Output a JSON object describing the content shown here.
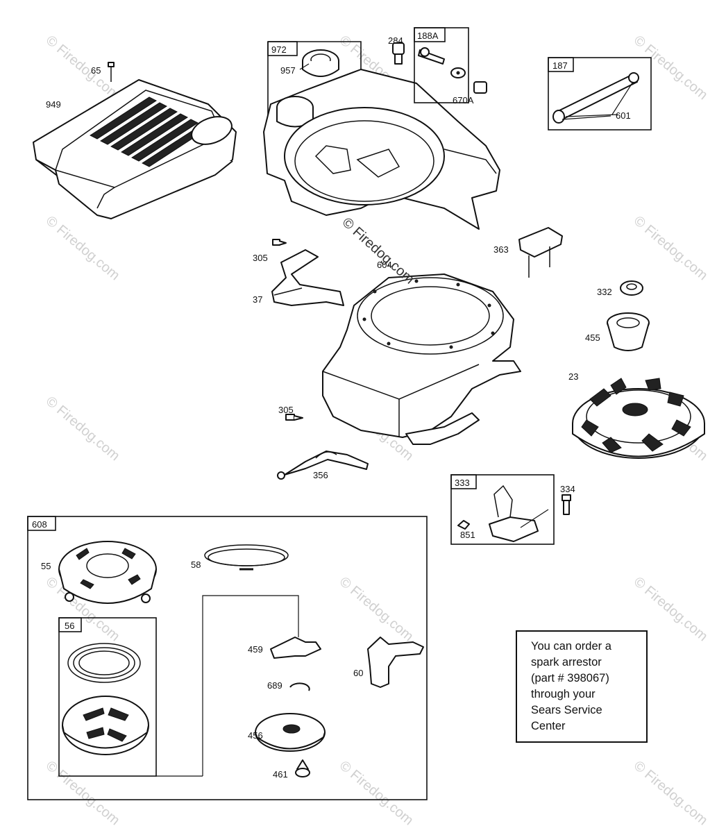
{
  "watermarks": {
    "site": "© Firedog.com",
    "center": "© Firedog.com"
  },
  "group_labels": {
    "g972": "972",
    "g188A": "188A",
    "g187": "187",
    "g333": "333",
    "g608": "608",
    "g56": "56"
  },
  "part_labels": {
    "p65": "65",
    "p949": "949",
    "p957": "957",
    "p284": "284",
    "p670A": "670A",
    "p601": "601",
    "p305a": "305",
    "p37": "37",
    "p604": "604",
    "p363": "363",
    "p332": "332",
    "p455": "455",
    "p23": "23",
    "p305b": "305",
    "p356": "356",
    "p334": "334",
    "p851": "851",
    "p55": "55",
    "p58": "58",
    "p459": "459",
    "p60": "60",
    "p689": "689",
    "p456": "456",
    "p461": "461"
  },
  "note": {
    "line1": "You can order a",
    "line2": "spark arrestor",
    "line3": "(part # 398067)",
    "line4": "through your",
    "line5": "Sears Service",
    "line6": "Center"
  }
}
